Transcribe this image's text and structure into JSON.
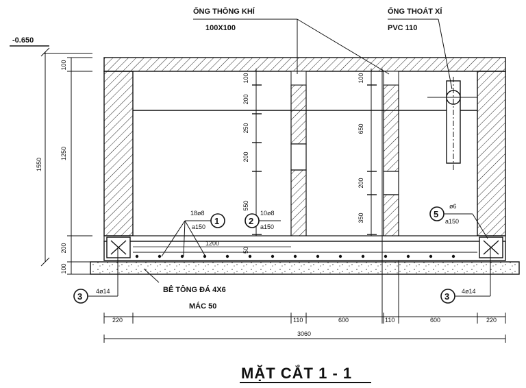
{
  "labels": {
    "vent_pipe": "ỐNG THÔNG KHÍ",
    "vent_pipe_size": "100X100",
    "drain_pipe": "ỐNG THOÁT XÍ",
    "drain_pipe_size": "PVC 110",
    "level": "-0.650",
    "concrete": "BÊ TÔNG ĐÁ 4X6",
    "concrete_grade": "MÁC 50",
    "title": "MẶT CẮT  1 - 1"
  },
  "rebar_callouts": {
    "m1_top": "18ø8",
    "m1_bottom": "a150",
    "m2_top": "10ø8",
    "m2_bottom": "a150",
    "m3_left": "4ø14",
    "m3_right": "4ø14",
    "m5_top": "ø6",
    "m5_bottom": "a150"
  },
  "markers": [
    "1",
    "2",
    "3",
    "3",
    "5"
  ],
  "left_dims": {
    "total": "1550",
    "d100_top": "100",
    "d1250": "1250",
    "d200": "200",
    "d100_bottom": "100"
  },
  "wall1_dims": [
    "100",
    "200",
    "250",
    "200",
    "550",
    "50"
  ],
  "wall2_dims": [
    "100",
    "650",
    "200",
    "350"
  ],
  "inner_dim": "1200",
  "bottom_dims": [
    "220",
    "110",
    "600",
    "110",
    "600",
    "220"
  ],
  "overall_dim": "3060"
}
